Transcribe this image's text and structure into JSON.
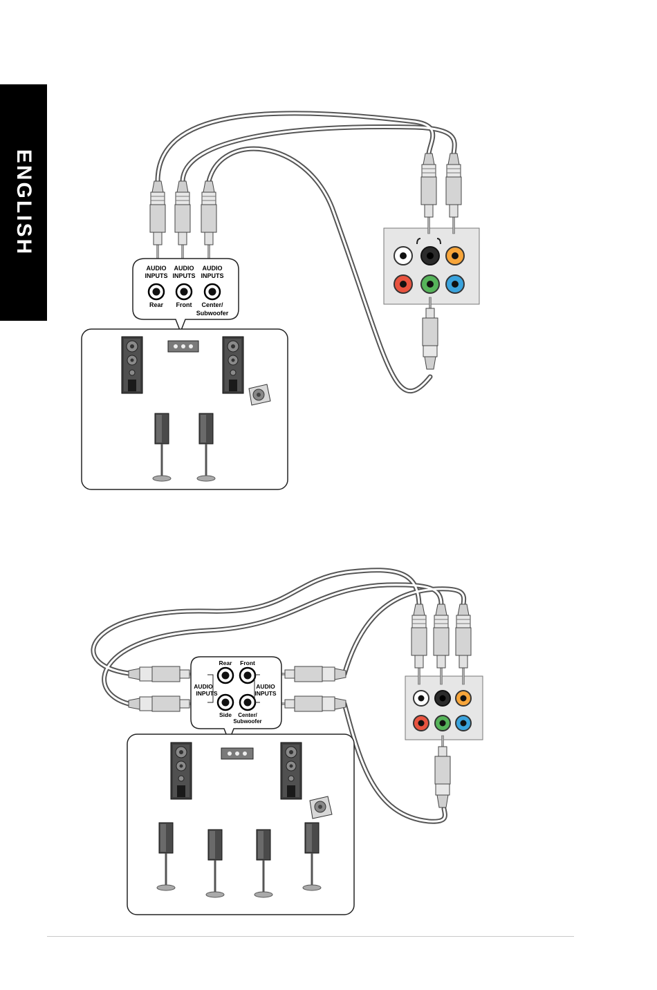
{
  "side_tab": {
    "label": "ENGLISH"
  },
  "diagram_top": {
    "jacks": [
      {
        "top": "AUDIO",
        "bottom": "INPUTS",
        "name": "Rear"
      },
      {
        "top": "AUDIO",
        "bottom": "INPUTS",
        "name": "Front"
      },
      {
        "top": "AUDIO",
        "bottom": "INPUTS",
        "name": "Center/",
        "name2": "Subwoofer"
      }
    ]
  },
  "diagram_bottom": {
    "jack_rear": "Rear",
    "jack_front": "Front",
    "jack_side": "Side",
    "jack_center": "Center/",
    "jack_center2": "Subwoofer",
    "left_input_1": "AUDIO",
    "left_input_2": "INPUTS",
    "right_input_1": "AUDIO",
    "right_input_2": "INPUTS"
  },
  "colors": {
    "port_white": "#ffffff",
    "port_black": "#2b2b2b",
    "port_orange": "#f7a53a",
    "port_red": "#e8533f",
    "port_green": "#56b45a",
    "port_blue": "#3aa3dd"
  }
}
